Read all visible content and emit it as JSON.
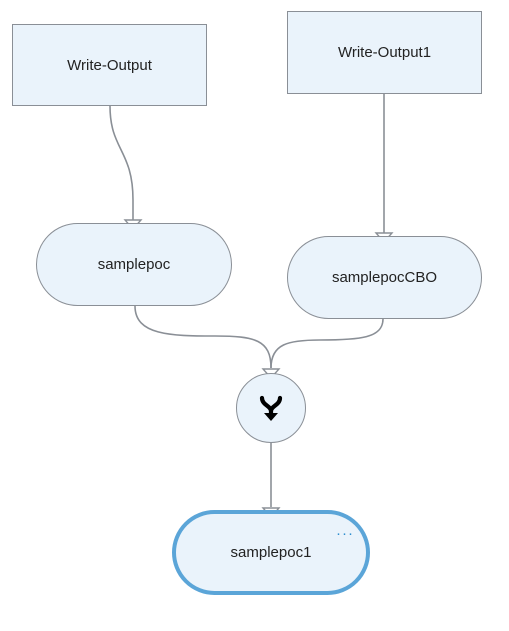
{
  "nodes": {
    "write_output": "Write-Output",
    "write_output1": "Write-Output1",
    "samplepoc": "samplepoc",
    "samplepoccbo": "samplepocCBO",
    "samplepoc1": "samplepoc1"
  },
  "join_node": {
    "icon": "merge-icon"
  },
  "selected_node": {
    "more_label": "···"
  },
  "colors": {
    "node_fill": "#eaf3fb",
    "node_border": "#8a8f96",
    "connector": "#8a8f96",
    "selected_border": "#5ba5d8",
    "more_accent": "#2f8fd0"
  }
}
